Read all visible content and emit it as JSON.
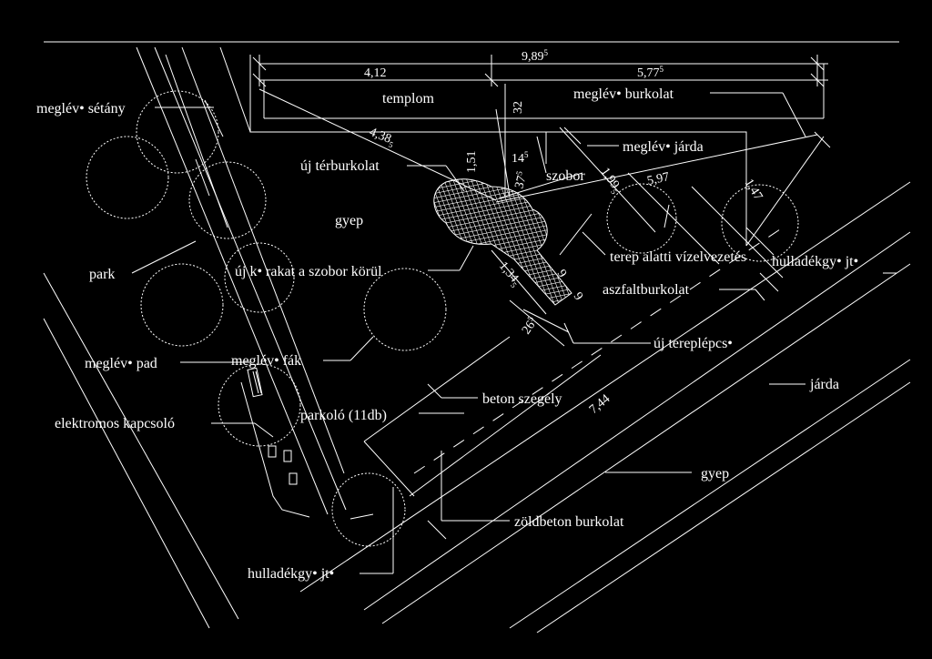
{
  "labels": {
    "meglevo_setany": "meglév• sétány",
    "park": "park",
    "meglevo_pad": "meglév• pad",
    "elektromos_kapcsolo": "elektromos kapcsoló",
    "hulladekgyujto_left": "hulladékgy• jt•",
    "templom": "templom",
    "meglevo_burkolat": "meglév• burkolat",
    "meglevo_jarda": "meglév• járda",
    "uj_terburkolat": "új térburkolat",
    "szobor": "szobor",
    "gyep_top": "gyep",
    "uj_korakat": "új k• rakat a szobor körül",
    "terep_alatti": "terep alatti vízelvezetés",
    "hulladekgyujto_right": "hulladékgy• jt•",
    "aszfaltburkolat": "aszfaltburkolat",
    "uj_tereplepcso": "új tereplépcs•",
    "meglevo_fak": "meglév• fák",
    "beton_szegely": "beton szegély",
    "jarda": "járda",
    "parkolo": "parkoló (11db)",
    "gyep_bottom": "gyep",
    "zoldbeton": "zöldbeton burkolat"
  },
  "dimensions": {
    "total_width": "9,89",
    "total_width_sup": "5",
    "left_width": "4,12",
    "right_width": "5,77",
    "right_width_sup": "5",
    "diag_4385": "4,38",
    "diag_4385_sup": "5",
    "d_32": "32",
    "d_151": "1,51",
    "d_145": "14",
    "d_145_sup": "5",
    "d_375": "37",
    "d_375_sup": "5",
    "d_1995": "1,99",
    "d_1995_sup": "5",
    "d_597": "5,97",
    "d_147": "1,47",
    "d_1345": "1,34",
    "d_1345_sup": "5",
    "d_9a": "9",
    "d_9b": "9",
    "d_265": "26",
    "d_265_sup": "5",
    "d_744": "7,44"
  }
}
